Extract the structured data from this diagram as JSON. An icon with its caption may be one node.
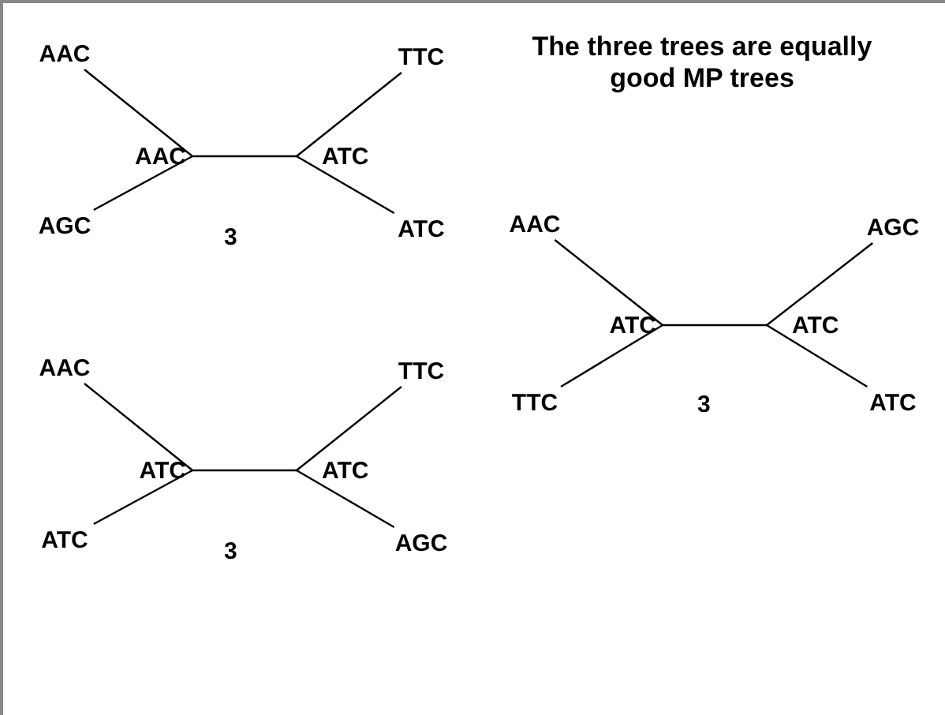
{
  "diagram": {
    "title": "The three trees are equally good MP trees",
    "nodes": [
      {
        "text": [
          "AAC"
        ]
      },
      {
        "text": [
          "TTC"
        ]
      },
      {
        "text": [
          "AAC"
        ]
      },
      {
        "text": [
          "ATC"
        ]
      },
      {
        "text": [
          "AGC"
        ]
      },
      {
        "text": [
          "ATC"
        ]
      },
      {
        "text": [
          "AAC"
        ]
      },
      {
        "text": [
          "TTC"
        ]
      },
      {
        "text": [
          "ATC"
        ]
      },
      {
        "text": [
          "ATC"
        ]
      },
      {
        "text": [
          "ATC"
        ]
      },
      {
        "text": [
          "AGC"
        ]
      },
      {
        "text": [
          "AAC"
        ]
      },
      {
        "text": [
          "AGC"
        ]
      },
      {
        "text": [
          "ATC"
        ]
      },
      {
        "text": [
          "ATC"
        ]
      },
      {
        "text": [
          "TTC"
        ]
      },
      {
        "text": [
          "ATC"
        ]
      }
    ],
    "edges": [
      {
        "from": 0,
        "to": 2,
        "arrow": "none"
      },
      {
        "from": 4,
        "to": 2,
        "arrow": "none"
      },
      {
        "from": 2,
        "to": 3,
        "arrow": "none"
      },
      {
        "from": 3,
        "to": 1,
        "arrow": "none"
      },
      {
        "from": 3,
        "to": 5,
        "arrow": "none"
      },
      {
        "from": 6,
        "to": 8,
        "arrow": "none"
      },
      {
        "from": 10,
        "to": 8,
        "arrow": "none"
      },
      {
        "from": 8,
        "to": 9,
        "arrow": "none"
      },
      {
        "from": 9,
        "to": 7,
        "arrow": "none"
      },
      {
        "from": 9,
        "to": 11,
        "arrow": "none"
      },
      {
        "from": 12,
        "to": 14,
        "arrow": "none"
      },
      {
        "from": 16,
        "to": 14,
        "arrow": "none"
      },
      {
        "from": 14,
        "to": 15,
        "arrow": "none"
      },
      {
        "from": 15,
        "to": 13,
        "arrow": "none"
      },
      {
        "from": 15,
        "to": 17,
        "arrow": "none"
      }
    ],
    "labels": [
      "3",
      "3",
      "3"
    ]
  }
}
